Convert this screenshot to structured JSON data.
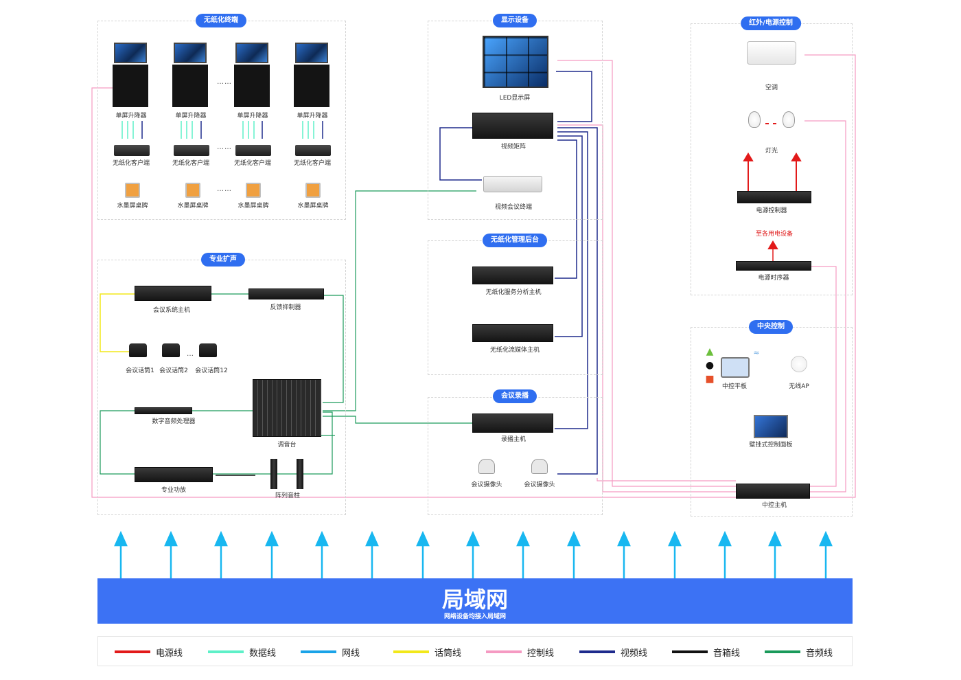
{
  "groups": {
    "paperless_terminal": "无纸化终端",
    "display": "显示设备",
    "ir_power": "红外/电源控制",
    "pro_audio": "专业扩声",
    "paperless_backend": "无纸化管理后台",
    "recording": "会议录播",
    "central": "中央控制"
  },
  "terminal": {
    "lifter": "单屏升降器",
    "client": "无纸化客户端",
    "plate": "水墨屏桌牌",
    "ellipsis": "……"
  },
  "display": {
    "led": "LED显示屏",
    "matrix": "视频矩阵",
    "vc_terminal": "视频会议终端"
  },
  "backend": {
    "analysis": "无纸化服务分析主机",
    "streaming": "无纸化流媒体主机"
  },
  "recording": {
    "host": "录播主机",
    "camera": "会议摄像头"
  },
  "audio": {
    "conf_host": "会议系统主机",
    "feedback": "反馈抑制器",
    "mic1": "会议话筒1",
    "mic2": "会议话筒2",
    "mic12": "会议话筒12",
    "mic_ellipsis": "…",
    "dsp": "数字音频处理器",
    "mixer": "调音台",
    "amp": "专业功放",
    "column": "阵列音柱"
  },
  "ir": {
    "ac": "空调",
    "light": "灯光",
    "power_ctrl": "电源控制器",
    "to_devices": "至各用电设备",
    "sequencer": "电源时序器"
  },
  "central": {
    "tablet": "中控平板",
    "ap": "无线AP",
    "wall_panel": "壁挂式控制面板",
    "host": "中控主机"
  },
  "lan": {
    "title": "局域网",
    "subtitle": "网络设备均接入局域网"
  },
  "legend": [
    {
      "label": "电源线",
      "color": "#e21a1a"
    },
    {
      "label": "数据线",
      "color": "#5ef0c8"
    },
    {
      "label": "网线",
      "color": "#1aa3e8"
    },
    {
      "label": "话筒线",
      "color": "#f2e81a"
    },
    {
      "label": "控制线",
      "color": "#f59ac2"
    },
    {
      "label": "视频线",
      "color": "#1e2a8c"
    },
    {
      "label": "音箱线",
      "color": "#111111"
    },
    {
      "label": "音频线",
      "color": "#1a9a5a"
    }
  ]
}
